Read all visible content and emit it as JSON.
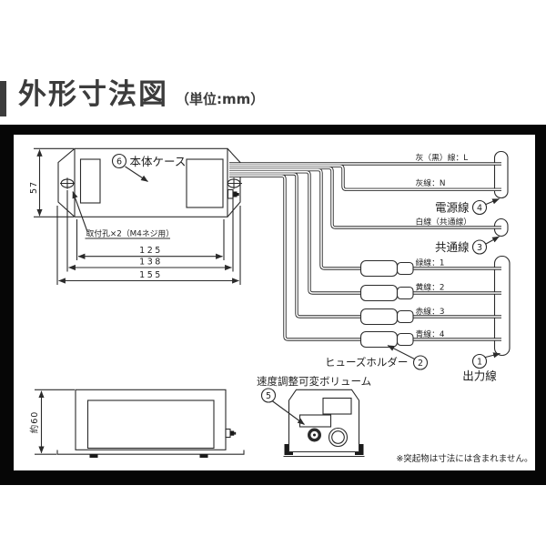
{
  "title": {
    "text": "外形寸法図",
    "unit": "（単位:mm）"
  },
  "panel": {
    "note": "※突起物は寸法には含まれません。",
    "top_view": {
      "case_num": "6",
      "case_label": "本体ケース",
      "mount_hole_label": "取付孔×2（M4ネジ用）",
      "dim_height": "57",
      "dim_body": "125",
      "dim_holes": "138",
      "dim_overall": "155"
    },
    "wires": {
      "line_l": "灰（黒）線：L",
      "line_n": "灰線：N",
      "power_label": "電源線",
      "power_num": "4",
      "line_white": "白線（共通線）",
      "common_label": "共通線",
      "common_num": "3",
      "line_green": "緑線：1",
      "line_yellow": "黄線：2",
      "line_red": "赤線：3",
      "line_blue": "青線：4",
      "fuse_label": "ヒューズホルダー",
      "fuse_num": "2",
      "output_label": "出力線",
      "output_num": "1"
    },
    "side_view": {
      "dim_height": "約60"
    },
    "end_view": {
      "volume_label": "速度調整可変ボリューム",
      "volume_num": "5"
    }
  }
}
